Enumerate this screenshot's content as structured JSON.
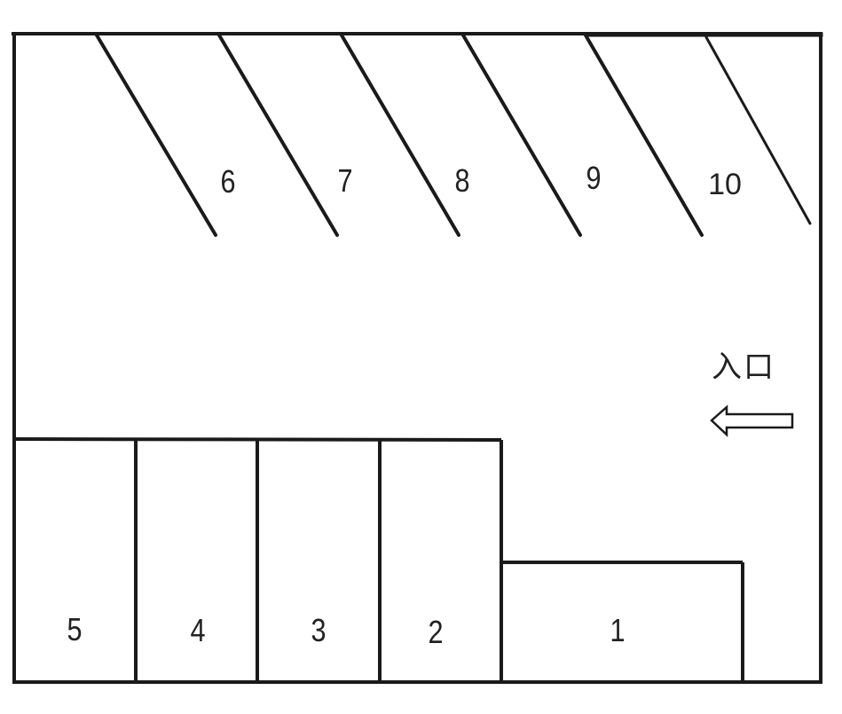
{
  "diagram": {
    "type": "parking-lot-layout",
    "entrance": {
      "label": "入口",
      "arrow_direction": "left",
      "icon": "arrow-left-icon"
    },
    "diagonal_spaces": [
      {
        "id": "6",
        "label": "6"
      },
      {
        "id": "7",
        "label": "7"
      },
      {
        "id": "8",
        "label": "8"
      },
      {
        "id": "9",
        "label": "9"
      },
      {
        "id": "10",
        "label": "10"
      }
    ],
    "bottom_spaces": [
      {
        "id": "5",
        "label": "5"
      },
      {
        "id": "4",
        "label": "4"
      },
      {
        "id": "3",
        "label": "3"
      },
      {
        "id": "2",
        "label": "2"
      },
      {
        "id": "1",
        "label": "1"
      }
    ],
    "colors": {
      "line": "#1a1a1a",
      "background": "#ffffff",
      "text": "#222222"
    }
  }
}
